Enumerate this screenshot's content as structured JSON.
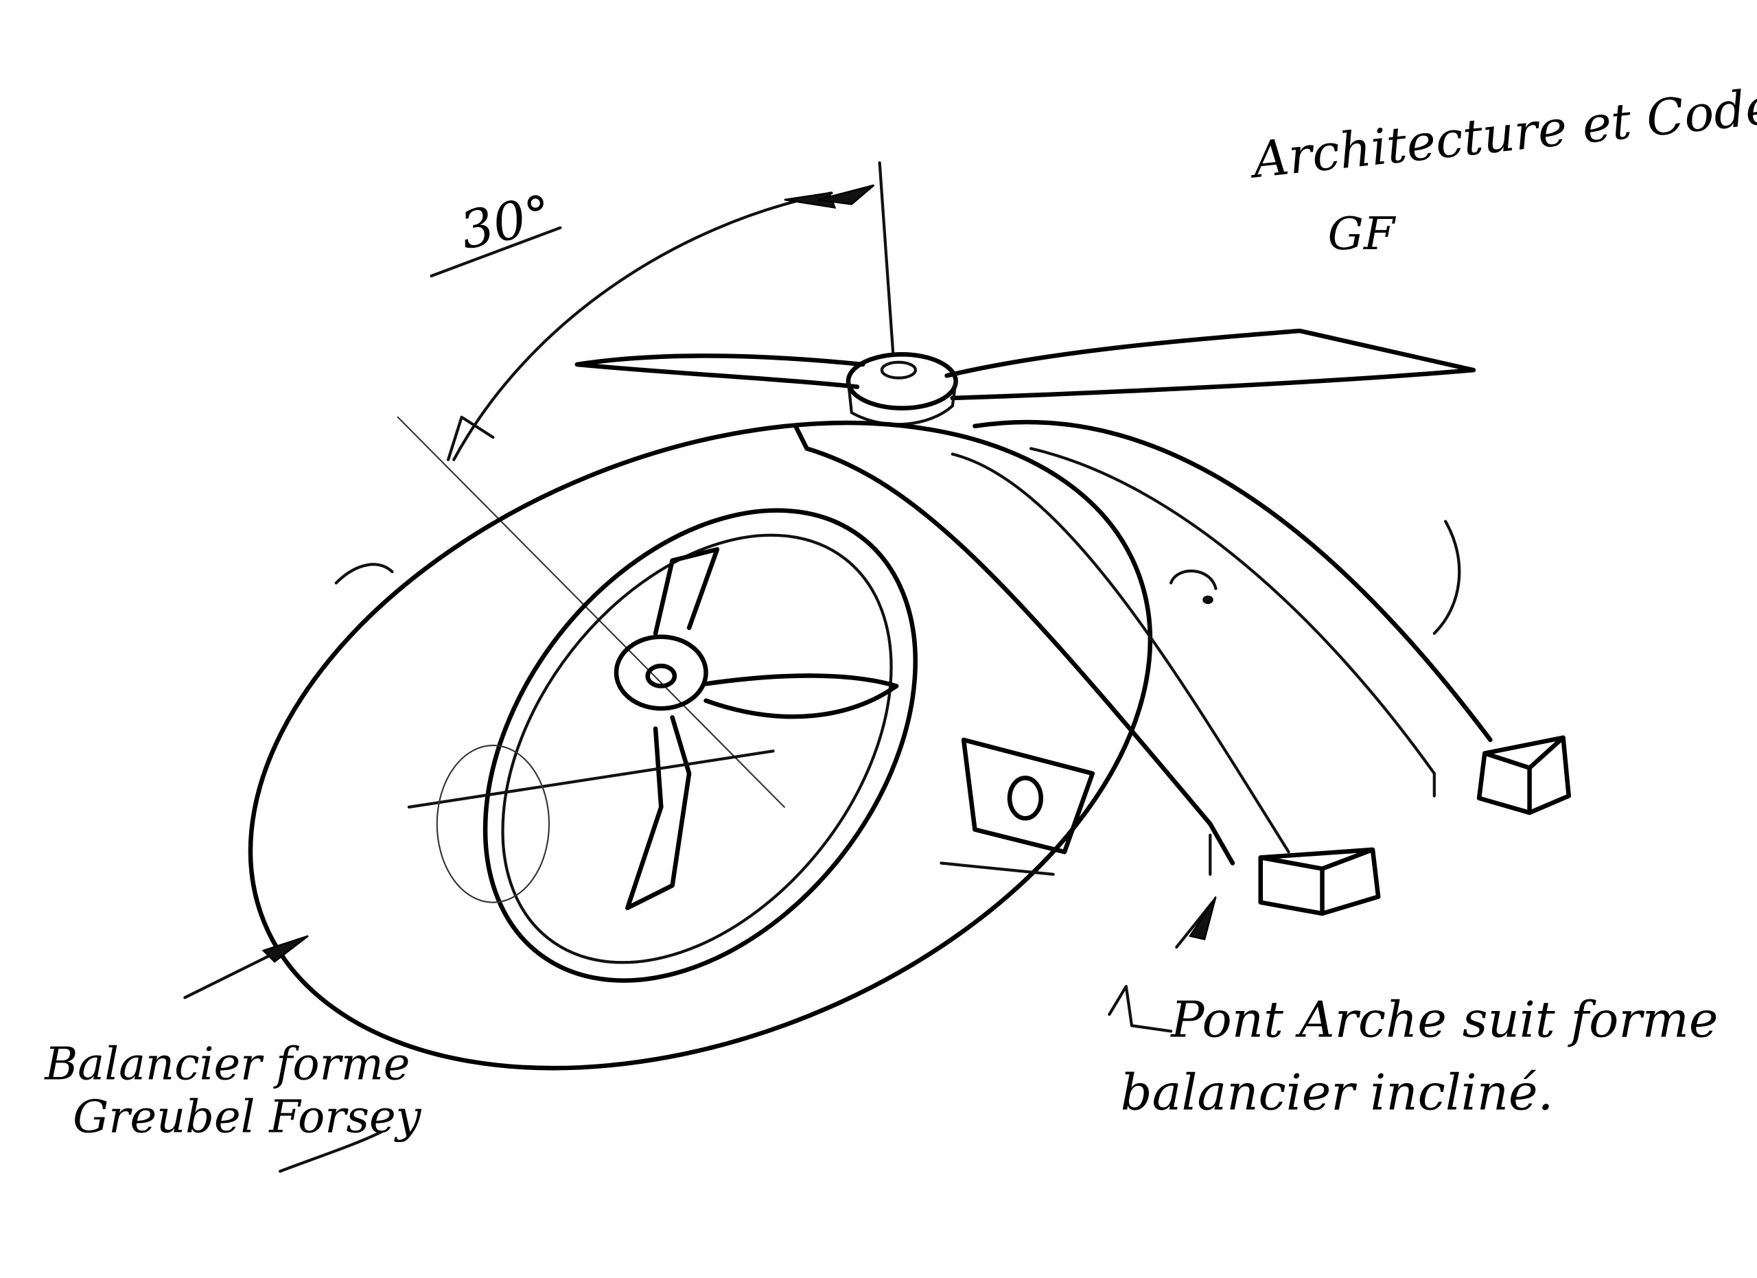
{
  "title": "Architecture et Codes",
  "title_mark": "GF",
  "angle_label": "30°",
  "annotations": {
    "balance": {
      "line1": "Balancier forme",
      "line2": "Greubel Forsey"
    },
    "bridge": {
      "line1": "Pont Arche suit forme",
      "line2": "balancier incliné."
    }
  },
  "colors": {
    "ink": "#111111",
    "paper": "#ffffff"
  }
}
